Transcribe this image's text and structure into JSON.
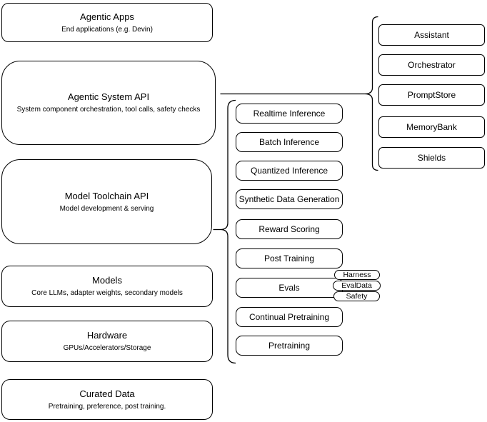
{
  "diagram": {
    "colors": {
      "background": "#ffffff",
      "box_fill": "#ffffff",
      "stroke": "#000000",
      "text": "#000000"
    },
    "left_stack": [
      {
        "title": "Agentic Apps",
        "subtitle": "End applications (e.g. Devin)"
      },
      {
        "title": "Agentic System API",
        "subtitle": "System component orchestration, tool calls, safety checks"
      },
      {
        "title": "Model Toolchain API",
        "subtitle": "Model development & serving"
      },
      {
        "title": "Models",
        "subtitle": "Core LLMs, adapter weights, secondary models"
      },
      {
        "title": "Hardware",
        "subtitle": "GPUs/Accelerators/Storage"
      },
      {
        "title": "Curated Data",
        "subtitle": "Pretraining, preference, post training."
      }
    ],
    "toolchain_group": {
      "items": [
        "Realtime Inference",
        "Batch Inference",
        "Quantized Inference",
        "Synthetic Data Generation",
        "Reward Scoring",
        "Post Training",
        "Evals",
        "Continual Pretraining",
        "Pretraining"
      ],
      "evals_tags": [
        "Harness",
        "EvalData",
        "Safety"
      ]
    },
    "system_group": {
      "items": [
        "Assistant",
        "Orchestrator",
        "PromptStore",
        "MemoryBank",
        "Shields"
      ]
    }
  }
}
